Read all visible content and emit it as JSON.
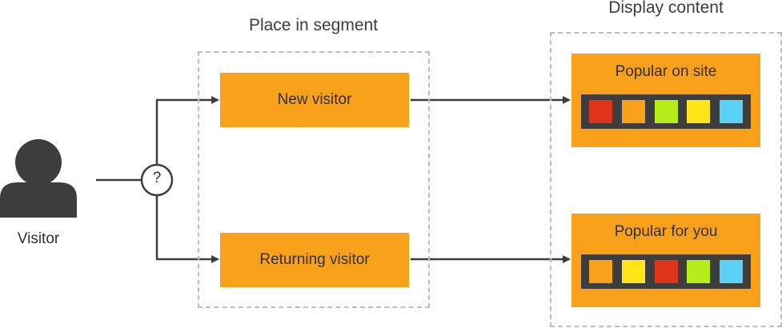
{
  "visitor": {
    "label": "Visitor",
    "icon": "person-icon"
  },
  "decision": {
    "symbol": "?"
  },
  "segments": {
    "title": "Place in segment",
    "items": [
      {
        "label": "New visitor"
      },
      {
        "label": "Returning visitor"
      }
    ]
  },
  "content": {
    "title": "Display content",
    "cards": [
      {
        "label": "Popular on site",
        "swatches": [
          "#e0341a",
          "#f9a11b",
          "#b6ee1a",
          "#ffe51a",
          "#5ad0f5"
        ]
      },
      {
        "label": "Popular for you",
        "swatches": [
          "#f9a11b",
          "#ffe51a",
          "#e0341a",
          "#b6ee1a",
          "#5ad0f5"
        ]
      }
    ]
  },
  "colors": {
    "accent_orange": "#f9a11b",
    "dark_gray": "#3d3d3d",
    "dashed_border": "#bdbdbd"
  }
}
